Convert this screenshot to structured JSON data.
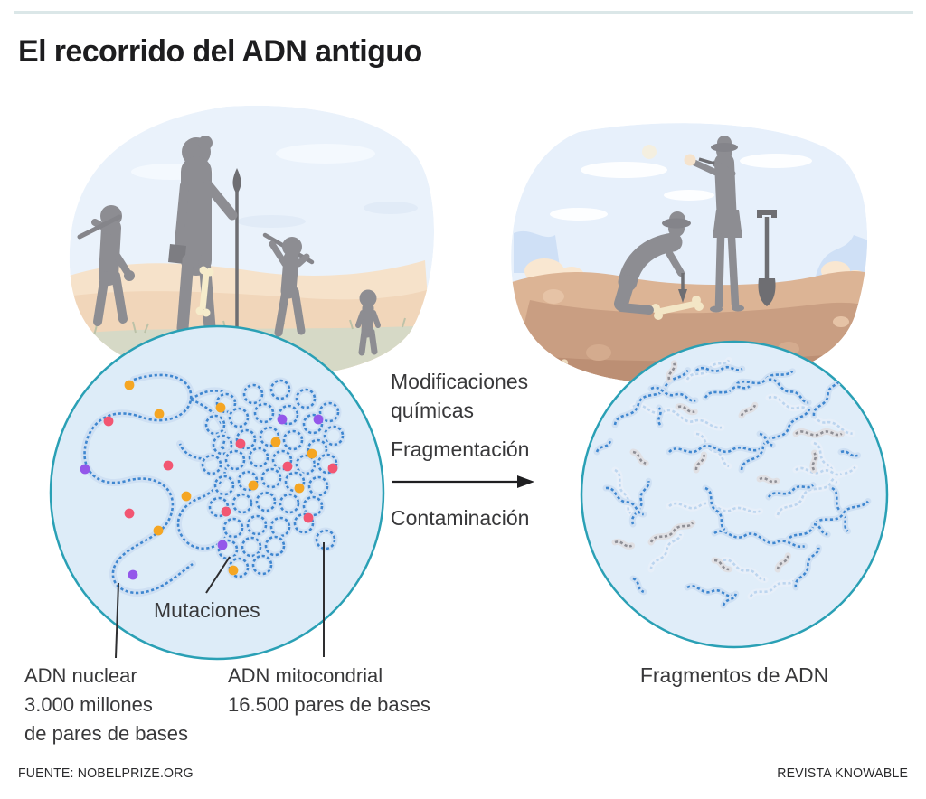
{
  "title": "El recorrido del ADN antiguo",
  "process": {
    "step_modifications": "Modificaciones\nquímicas",
    "step_fragmentation": "Fragmentación",
    "step_contamination": "Contaminación"
  },
  "original_dna": {
    "mutations_label": "Mutaciones",
    "nuclear_dna_label": "ADN nuclear\n3.000 millones\nde pares de bases",
    "mitochondrial_dna_label": "ADN mitocondrial\n16.500 pares de bases"
  },
  "degraded_dna": {
    "fragments_label": "Fragmentos de ADN"
  },
  "footer": {
    "source": "FUENTE: NOBELPRIZE.ORG",
    "credit": "REVISTA KNOWABLE"
  },
  "colors": {
    "accent_teal": "#2aa0b5",
    "topline": "#dbe7e8",
    "circle_fill": "#ddecf8",
    "dna_blue": "#3f87d0",
    "dna_light_blue": "#bcd5ef",
    "dna_contamination_gray": "#8f8f96",
    "mutation_orange": "#f5a623",
    "mutation_pink": "#f25672",
    "mutation_purple": "#9457ea",
    "silhouette_gray": "#8d8d92",
    "text_dark": "#38383a"
  }
}
